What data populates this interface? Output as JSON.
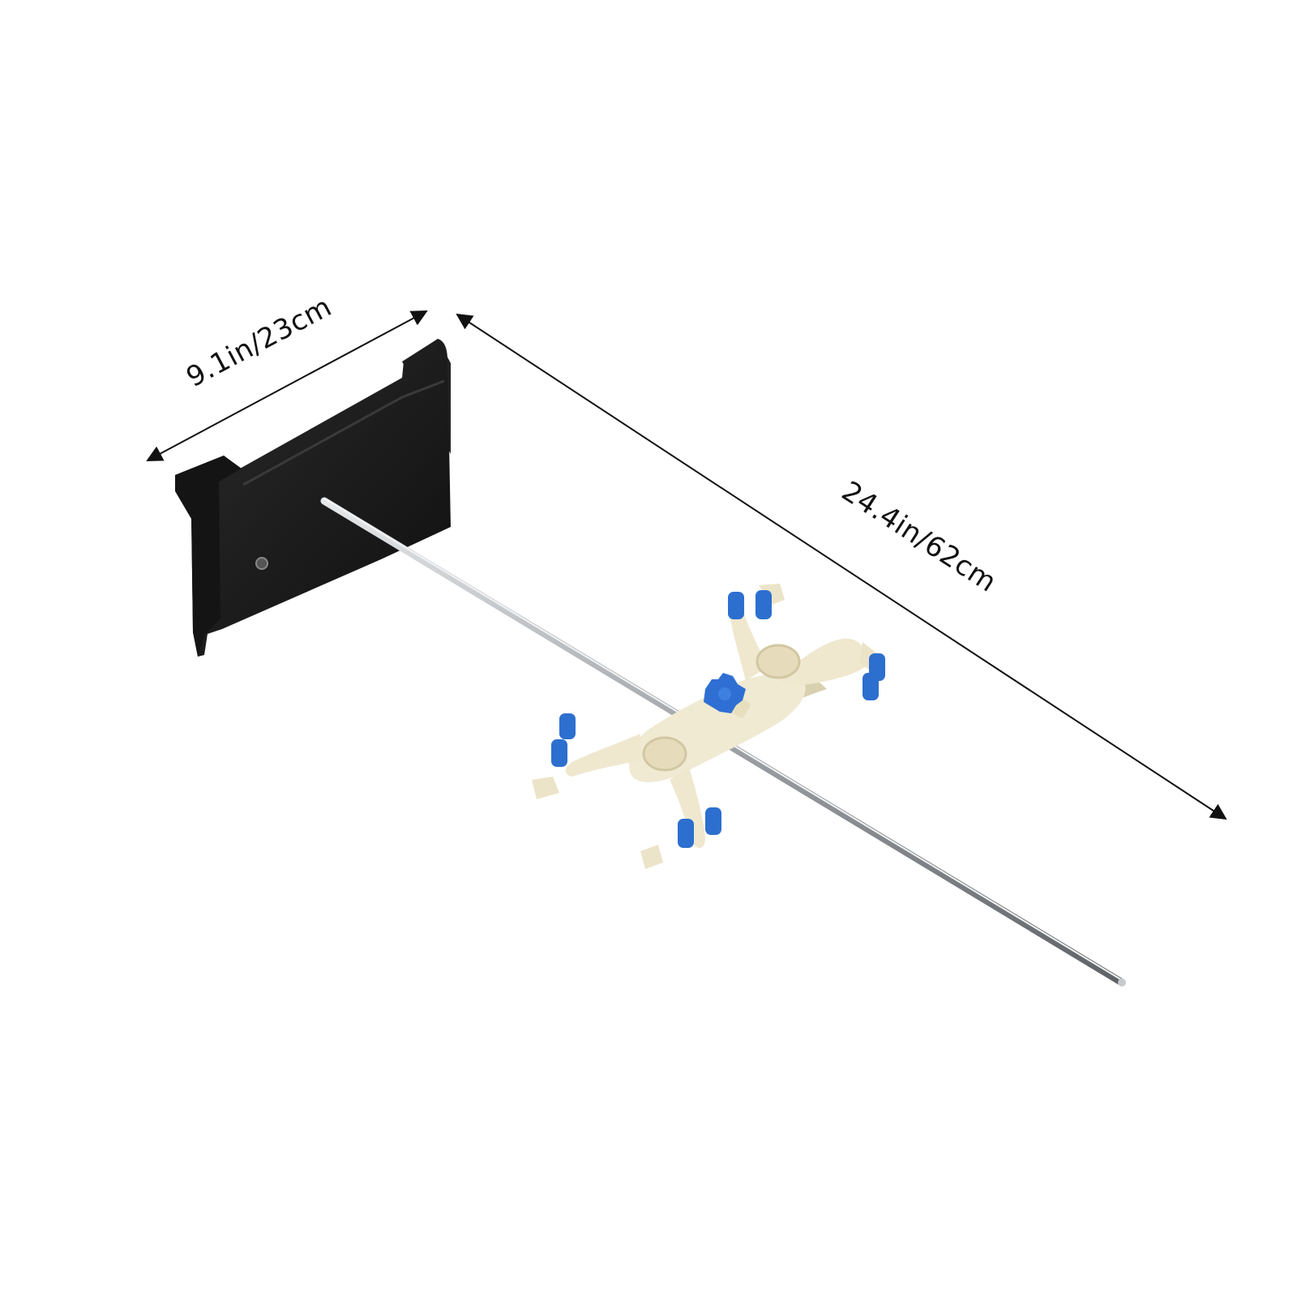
{
  "dimensions": {
    "width_label": "9.1in/23cm",
    "length_label": "24.4in/62cm"
  },
  "colors": {
    "background": "#ffffff",
    "base_plate": "#1a1a1a",
    "base_plate_edge": "#3a3a3a",
    "rod": "#b9bcc0",
    "clamp_body": "#efe9d2",
    "clamp_shadow": "#d8cfae",
    "clamp_tips": "#2d6fcf",
    "knob": "#2f6fd4",
    "dimension_lines": "#111111"
  },
  "objects": {
    "base_plate": "black-base-plate",
    "support_rod": "steel-support-rod",
    "clamp": "four-prong-burette-clamp",
    "knob": "thumb-screw-knob"
  }
}
